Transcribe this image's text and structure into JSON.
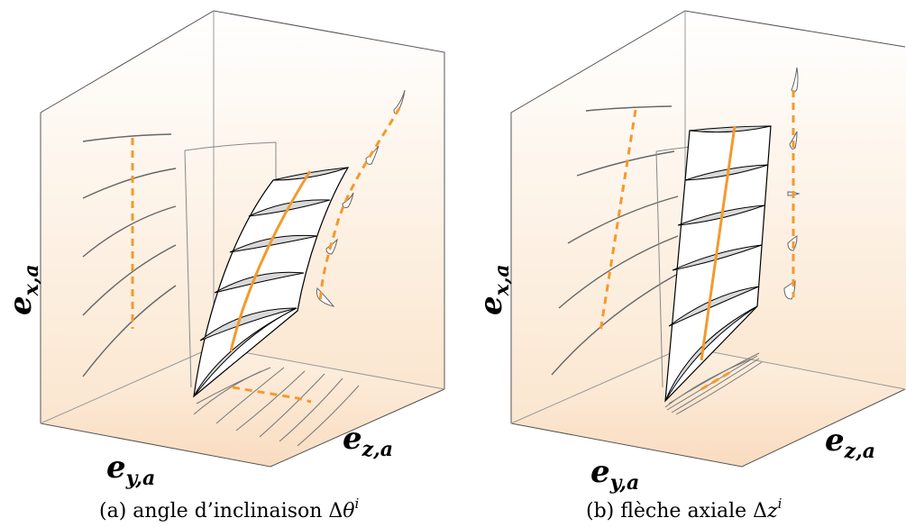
{
  "panels": [
    {
      "id": "a",
      "axis_x": {
        "symbol": "e",
        "subscript": "x,a"
      },
      "axis_y": {
        "symbol": "e",
        "subscript": "y,a"
      },
      "axis_z": {
        "symbol": "e",
        "subscript": "z,a"
      },
      "caption_text": "(a) angle d’inclinaison Δ",
      "caption_symbol": "θ",
      "caption_superscript": "i"
    },
    {
      "id": "b",
      "axis_x": {
        "symbol": "e",
        "subscript": "x,a"
      },
      "axis_y": {
        "symbol": "e",
        "subscript": "y,a"
      },
      "axis_z": {
        "symbol": "e",
        "subscript": "z,a"
      },
      "caption_text": "(b) flèche axiale Δ",
      "caption_symbol": "z",
      "caption_superscript": "i"
    }
  ],
  "colors": {
    "accent": "#f39a2c",
    "blade_fill": "#d9d9d9",
    "box_edge": "#555555",
    "floor_tint": "#fbe3c8"
  }
}
